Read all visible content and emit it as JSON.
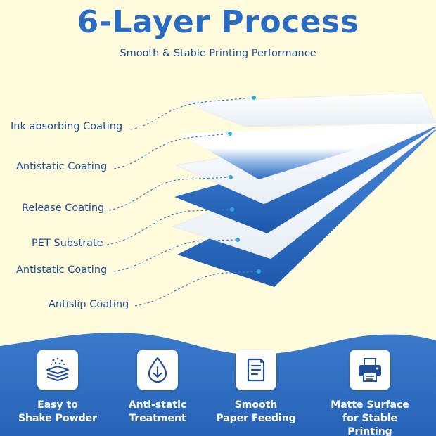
{
  "header": {
    "title": "6-Layer Process",
    "subtitle": "Smooth & Stable Printing Performance"
  },
  "layers": [
    {
      "label": "Ink absorbing Coating"
    },
    {
      "label": "Antistatic Coating"
    },
    {
      "label": "Release Coating"
    },
    {
      "label": "PET Substrate"
    },
    {
      "label": "Antistatic Coating"
    },
    {
      "label": "Antislip Coating"
    }
  ],
  "features": [
    {
      "line1": "Easy to",
      "line2": "Shake Powder",
      "icon": "powder-layers-icon"
    },
    {
      "line1": "Anti-static",
      "line2": "Treatment",
      "icon": "anti-static-drop-icon"
    },
    {
      "line1": "Smooth",
      "line2": "Paper Feeding",
      "icon": "paper-feed-icon"
    },
    {
      "line1": "Matte Surface",
      "line2": "for Stable Printing",
      "icon": "printer-icon"
    }
  ],
  "colors": {
    "background": "#fdfbdc",
    "accent": "#2a6bc4",
    "text": "#1f4f94",
    "wave": "#2f6fc2",
    "connector": "#3c7fc9",
    "dot": "#29a9e0"
  }
}
